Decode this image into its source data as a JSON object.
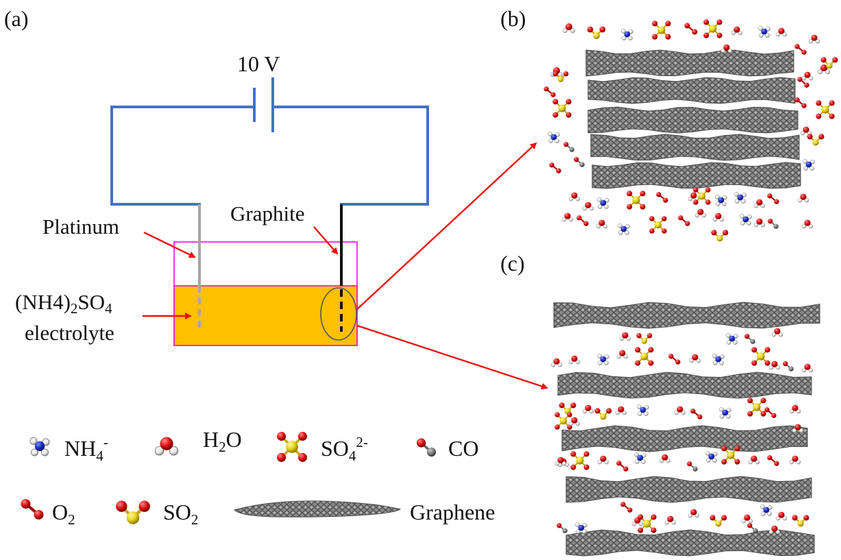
{
  "panels": {
    "a": "(a)",
    "b": "(b)",
    "c": "(c)"
  },
  "circuit": {
    "voltage": "10 V",
    "cathode_label": "Platinum",
    "anode_label": "Graphite",
    "electrolyte_formula": {
      "base": "(NH4)",
      "sub1": "2",
      "mid": "SO",
      "sub2": "4"
    },
    "electrolyte_word": "electrolyte"
  },
  "legend": {
    "ammonium": {
      "base": "NH",
      "sub": "4",
      "sup": "-"
    },
    "water": {
      "pre": "H",
      "sub": "2",
      "post": "O"
    },
    "sulfate": {
      "base": "SO",
      "sub": "4",
      "sup": "2-"
    },
    "co": "CO",
    "oxygen": {
      "base": "O",
      "sub": "2"
    },
    "so2": {
      "base": "SO",
      "sub": "2"
    },
    "graphene": "Graphene"
  },
  "colors": {
    "wire": "#4472c4",
    "electrolyte": "#ffc000",
    "container": "#ff00ff",
    "arrow": "#ee1111",
    "platinum": "#a6a6a6",
    "graphite": "#111111",
    "oxygen_atom": "#dd1111",
    "hydrogen_atom": "#f2f2f2",
    "nitrogen_atom": "#1a2fc8",
    "sulfur_atom": "#e6d21a",
    "carbon_atom": "#7f7f7f",
    "graphene_sheet": "#6e6e6e"
  }
}
